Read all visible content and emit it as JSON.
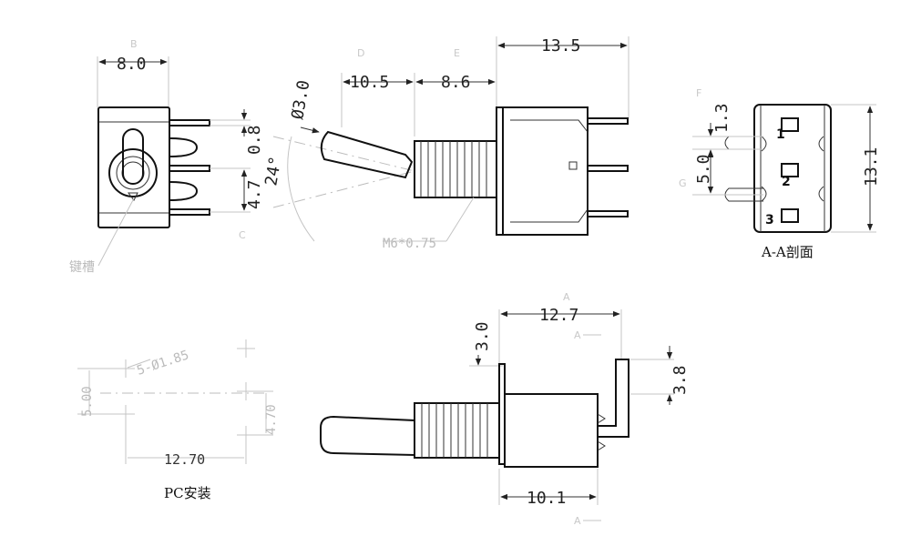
{
  "dimensions": {
    "front_width": "8.0",
    "pin_width": "0.8",
    "pin_pitch": "4.7",
    "lever_dia": "Ø3.0",
    "lever_len": "10.5",
    "bushing_len": "8.6",
    "body_len": "13.5",
    "angle": "24°",
    "thread": "M6*0.75",
    "sec_top": "1.3",
    "sec_pitch": "5.0",
    "sec_height": "13.1",
    "hole_spec": "5-Ø1.85",
    "hole_pitch_v": "5.00",
    "hole_pitch_v2": "4.70",
    "hole_pitch_h": "12.70",
    "side_len": "12.7",
    "side_plate": "3.0",
    "side_pin": "3.8",
    "side_body": "10.1"
  },
  "labels": {
    "section": "A-A剖面",
    "pc_mount": "PC安装",
    "keyway": "键槽",
    "pin1": "1",
    "pin2": "2",
    "pin3": "3"
  },
  "letters": {
    "B": "B",
    "D": "D",
    "E": "E",
    "F": "F",
    "G": "G",
    "C": "C",
    "A1": "A",
    "A2": "A",
    "A3": "A"
  }
}
